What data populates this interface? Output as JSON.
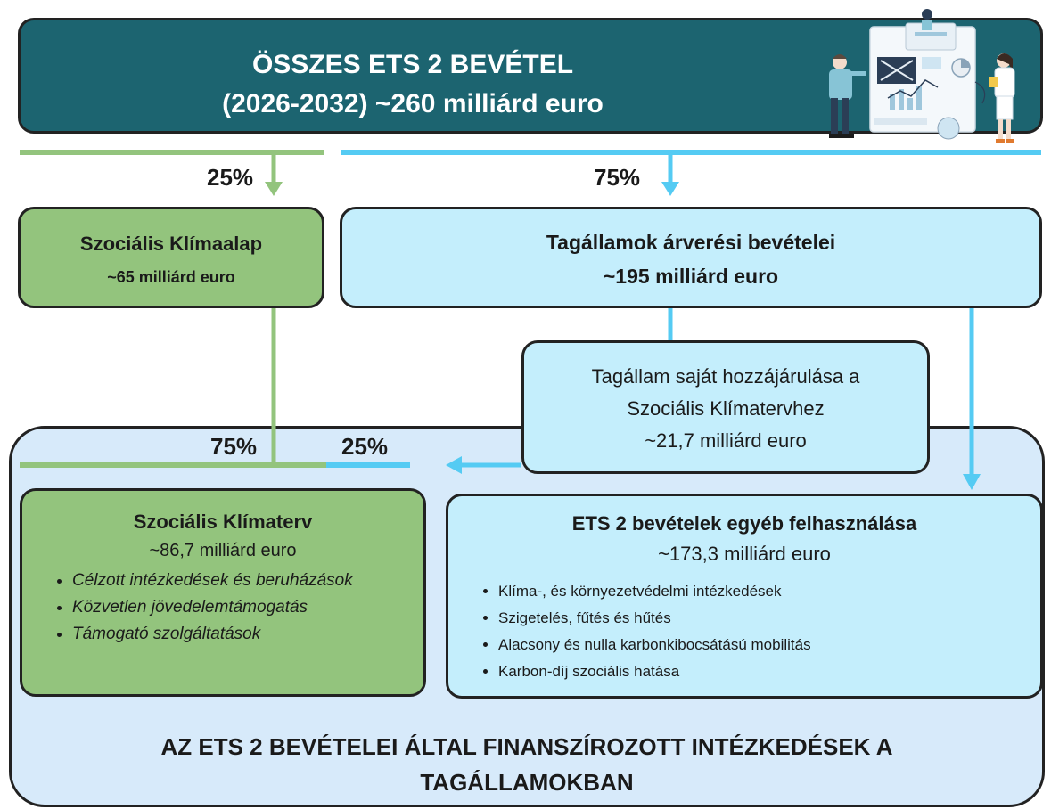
{
  "top_banner": {
    "line1": "ÖSSZES ETS 2 BEVÉTEL",
    "line2": "(2026-2032) ~260 milliárd euro"
  },
  "split_labels": {
    "left_pct": "25%",
    "right_pct": "75%"
  },
  "social_climate_fund": {
    "title": "Szociális Klímaalap",
    "amount": "~65 milliárd euro"
  },
  "member_state_auction": {
    "title": "Tagállamok árverési bevételei",
    "amount": "~195 milliárd euro"
  },
  "member_state_contribution": {
    "line1": "Tagállam saját hozzájárulása a",
    "line2": "Szociális Klímatervhez",
    "line3": "~21,7 milliárd euro"
  },
  "plan_split_labels": {
    "left_pct": "75%",
    "right_pct": "25%"
  },
  "social_climate_plan": {
    "title": "Szociális Klímaterv",
    "amount": "~86,7 milliárd euro",
    "items": [
      "Célzott intézkedések és beruházások",
      "Közvetlen jövedelemtámogatás",
      "Támogató szolgáltatások"
    ]
  },
  "other_uses": {
    "title": "ETS 2 bevételek egyéb felhasználása",
    "amount": "~173,3 milliárd euro",
    "items": [
      "Klíma-, és környezetvédelmi intézkedések",
      "Szigetelés, fűtés és hűtés",
      "Alacsony és nulla karbonkibocsátású mobilitás",
      "Karbon-díj szociális hatása"
    ]
  },
  "bottom_title": {
    "line1": "AZ ETS 2 BEVÉTELEI ÁLTAL FINANSZÍROZOTT INTÉZKEDÉSEK A",
    "line2": "TAGÁLLAMOKBAN"
  },
  "colors": {
    "banner": "#1c6470",
    "green": "#93c47d",
    "green_line": "#93c47d",
    "light_blue": "#c4eefc",
    "blue_line": "#55cbf3",
    "container": "#d7eafa"
  },
  "illustration": {
    "icon": "business-analytics-people-illustration"
  }
}
